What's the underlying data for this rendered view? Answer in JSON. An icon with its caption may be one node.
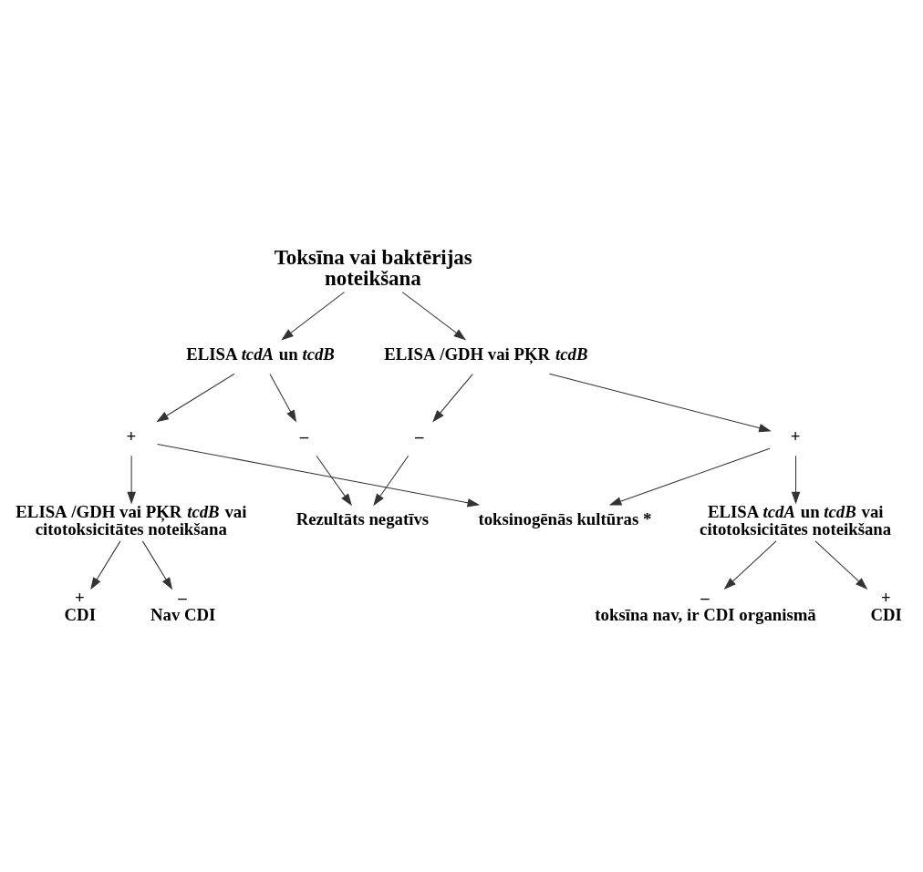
{
  "diagram": {
    "nodes": [
      {
        "text": [
          "Toksīna vai baktērijas noteikšana"
        ]
      },
      {
        "text": [
          "ELISA *tcdA* un *tcdB*"
        ]
      },
      {
        "text": [
          "ELISA /GDH vai PĶR *tcdB*"
        ]
      },
      {
        "text": [
          "+"
        ]
      },
      {
        "text": [
          "–"
        ]
      },
      {
        "text": [
          "–"
        ]
      },
      {
        "text": [
          "+"
        ]
      },
      {
        "text": [
          "Rezultāts negatīvs"
        ]
      },
      {
        "text": [
          "ELISA /GDH vai PĶR *tcdB* vai citotoksicitātes noteikšana"
        ]
      },
      {
        "text": [
          "toksinogēnās kultūras *"
        ]
      },
      {
        "text": [
          "ELISA *tcdA* un *tcdB* vai citotoksicitātes noteikšana"
        ]
      },
      {
        "text": [
          "+",
          "CDI"
        ]
      },
      {
        "text": [
          "–",
          "Nav CDI"
        ]
      },
      {
        "text": [
          "–",
          "toksīna nav, ir CDI organismā"
        ]
      },
      {
        "text": [
          "+",
          "CDI"
        ]
      }
    ],
    "edges": [
      {
        "from": 0,
        "to": 1,
        "arrow": "to"
      },
      {
        "from": 0,
        "to": 2,
        "arrow": "to"
      },
      {
        "from": 1,
        "to": 3,
        "arrow": "to"
      },
      {
        "from": 1,
        "to": 4,
        "arrow": "to"
      },
      {
        "from": 2,
        "to": 5,
        "arrow": "to"
      },
      {
        "from": 2,
        "to": 6,
        "arrow": "to"
      },
      {
        "from": 4,
        "to": 7,
        "arrow": "to"
      },
      {
        "from": 5,
        "to": 7,
        "arrow": "to"
      },
      {
        "from": 3,
        "to": 8,
        "arrow": "to"
      },
      {
        "from": 3,
        "to": 9,
        "arrow": "to"
      },
      {
        "from": 6,
        "to": 9,
        "arrow": "to"
      },
      {
        "from": 6,
        "to": 10,
        "arrow": "to"
      },
      {
        "from": 8,
        "to": 11,
        "arrow": "to"
      },
      {
        "from": 8,
        "to": 12,
        "arrow": "to"
      },
      {
        "from": 10,
        "to": 13,
        "arrow": "to"
      },
      {
        "from": 10,
        "to": 14,
        "arrow": "to"
      }
    ]
  }
}
